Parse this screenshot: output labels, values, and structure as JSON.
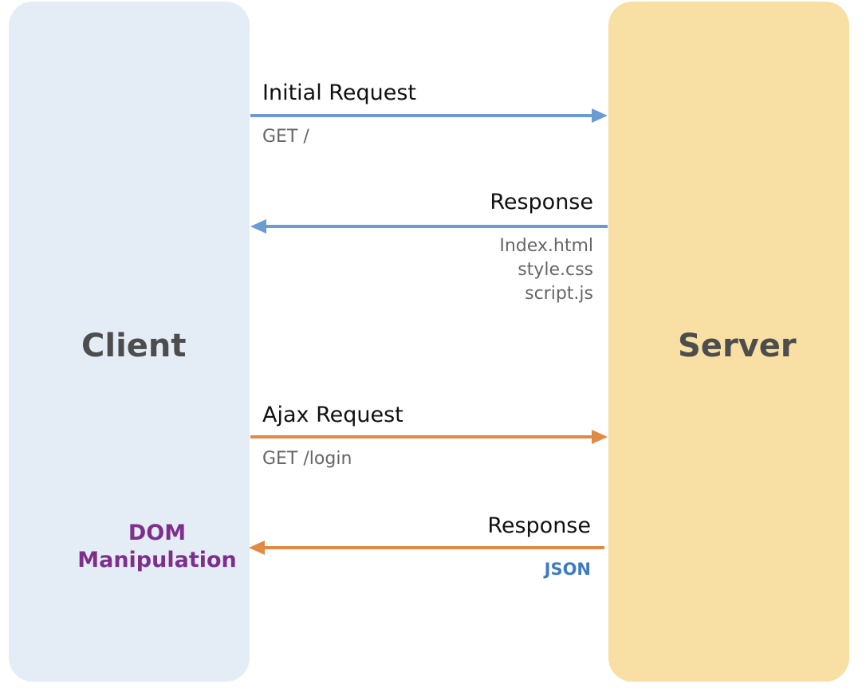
{
  "diagram": {
    "client_label": "Client",
    "server_label": "Server",
    "colors": {
      "client_panel": "#e4edf5",
      "server_panel": "#f8dfa3",
      "initial_flow": "#6a9bd3",
      "ajax_flow": "#e18a45",
      "dom_text": "#7e2f8e",
      "json_text": "#3e7bc2"
    },
    "initial_request": {
      "title": "Initial Request",
      "detail": "GET /",
      "direction": "client-to-server"
    },
    "initial_response": {
      "title": "Response",
      "files": [
        "Index.html",
        "style.css",
        "script.js"
      ],
      "direction": "server-to-client"
    },
    "ajax_request": {
      "title": "Ajax Request",
      "detail": "GET /login",
      "direction": "client-to-server"
    },
    "ajax_response": {
      "title": "Response",
      "detail": "JSON",
      "direction": "server-to-client"
    },
    "dom_manipulation": {
      "lines": [
        "DOM",
        "Manipulation"
      ]
    }
  }
}
